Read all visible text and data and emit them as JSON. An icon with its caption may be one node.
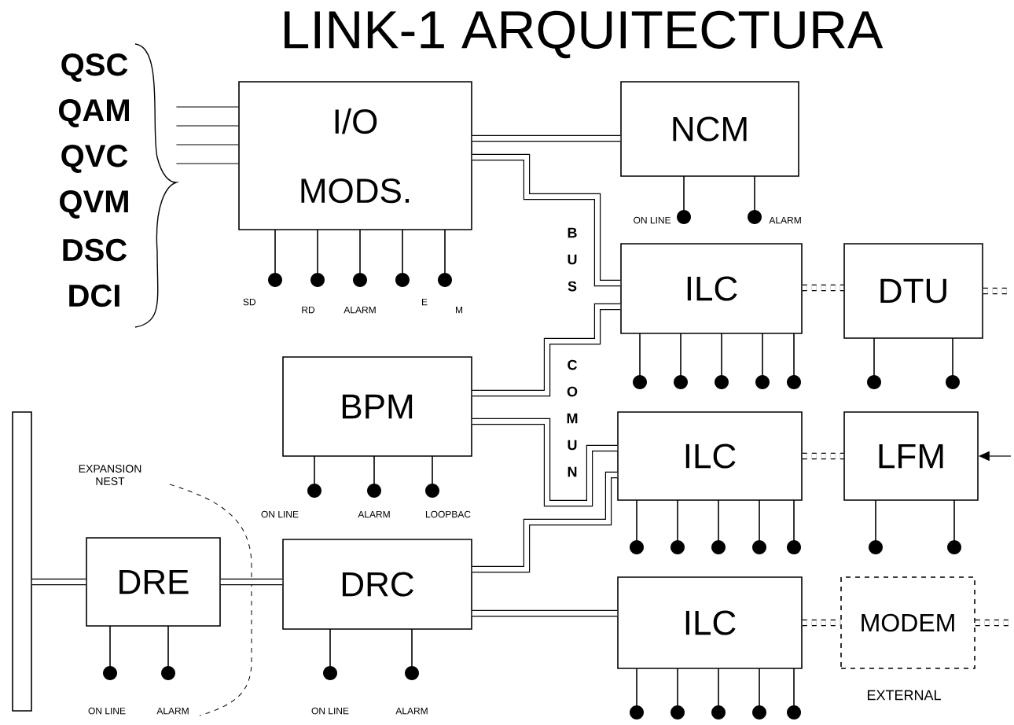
{
  "diagram": {
    "title": "LINK-1 ARQUITECTURA",
    "nodes": [
      {
        "text": [
          "I/O MODS."
        ]
      },
      {
        "text": [
          "NCM"
        ]
      },
      {
        "text": [
          "ILC"
        ]
      },
      {
        "text": [
          "DTU"
        ]
      },
      {
        "text": [
          "BPM"
        ]
      },
      {
        "text": [
          "ILC"
        ]
      },
      {
        "text": [
          "LFM"
        ]
      },
      {
        "text": [
          "DRE"
        ]
      },
      {
        "text": [
          "DRC"
        ]
      },
      {
        "text": [
          "ILC"
        ]
      },
      {
        "text": [
          "MODEM"
        ],
        "beside": [
          "EXTERNAL"
        ]
      },
      {
        "text": [],
        "shape": "bar"
      },
      {
        "text": [],
        "shape": "brace"
      }
    ],
    "edges": [
      {
        "from": 0,
        "to": 1,
        "arrow": "none"
      },
      {
        "from": 0,
        "to": 2,
        "arrow": "none"
      },
      {
        "from": 4,
        "to": 2,
        "arrow": "none"
      },
      {
        "from": 4,
        "to": 5,
        "arrow": "none"
      },
      {
        "from": 8,
        "to": 5,
        "arrow": "none"
      },
      {
        "from": 8,
        "to": 9,
        "arrow": "none"
      },
      {
        "from": 2,
        "to": 3,
        "arrow": "none",
        "style": "dashed"
      },
      {
        "from": 5,
        "to": 6,
        "arrow": "none",
        "style": "dashed"
      },
      {
        "from": 9,
        "to": 10,
        "arrow": "none",
        "style": "dashed"
      },
      {
        "from": 7,
        "to": 8,
        "arrow": "none"
      },
      {
        "from": 11,
        "to": 7,
        "arrow": "none"
      },
      {
        "from": 3,
        "to": null,
        "arrow": "none",
        "style": "dashed"
      },
      {
        "from": null,
        "to": 6,
        "arrow": "to"
      },
      {
        "from": 10,
        "to": null,
        "arrow": "none",
        "style": "dashed"
      },
      {
        "from": 12,
        "to": 0,
        "arrow": "none"
      },
      {
        "from": 12,
        "to": 0,
        "arrow": "none"
      },
      {
        "from": 12,
        "to": 0,
        "arrow": "none"
      },
      {
        "from": 12,
        "to": 0,
        "arrow": "none"
      }
    ],
    "labels": [
      "QSC",
      "QAM",
      "QVC",
      "QVM",
      "DSC",
      "DCI",
      "SD",
      "RD",
      "ALARM",
      "E",
      "M",
      "B",
      "U",
      "S",
      "ON LINE",
      "ALARM",
      "C",
      "O",
      "M",
      "U",
      "N",
      "EXPANSION NEST",
      "ON LINE",
      "ALARM",
      "LOOPBAC",
      "ON LINE",
      "ALARM",
      "ON LINE",
      "ALARM"
    ]
  }
}
